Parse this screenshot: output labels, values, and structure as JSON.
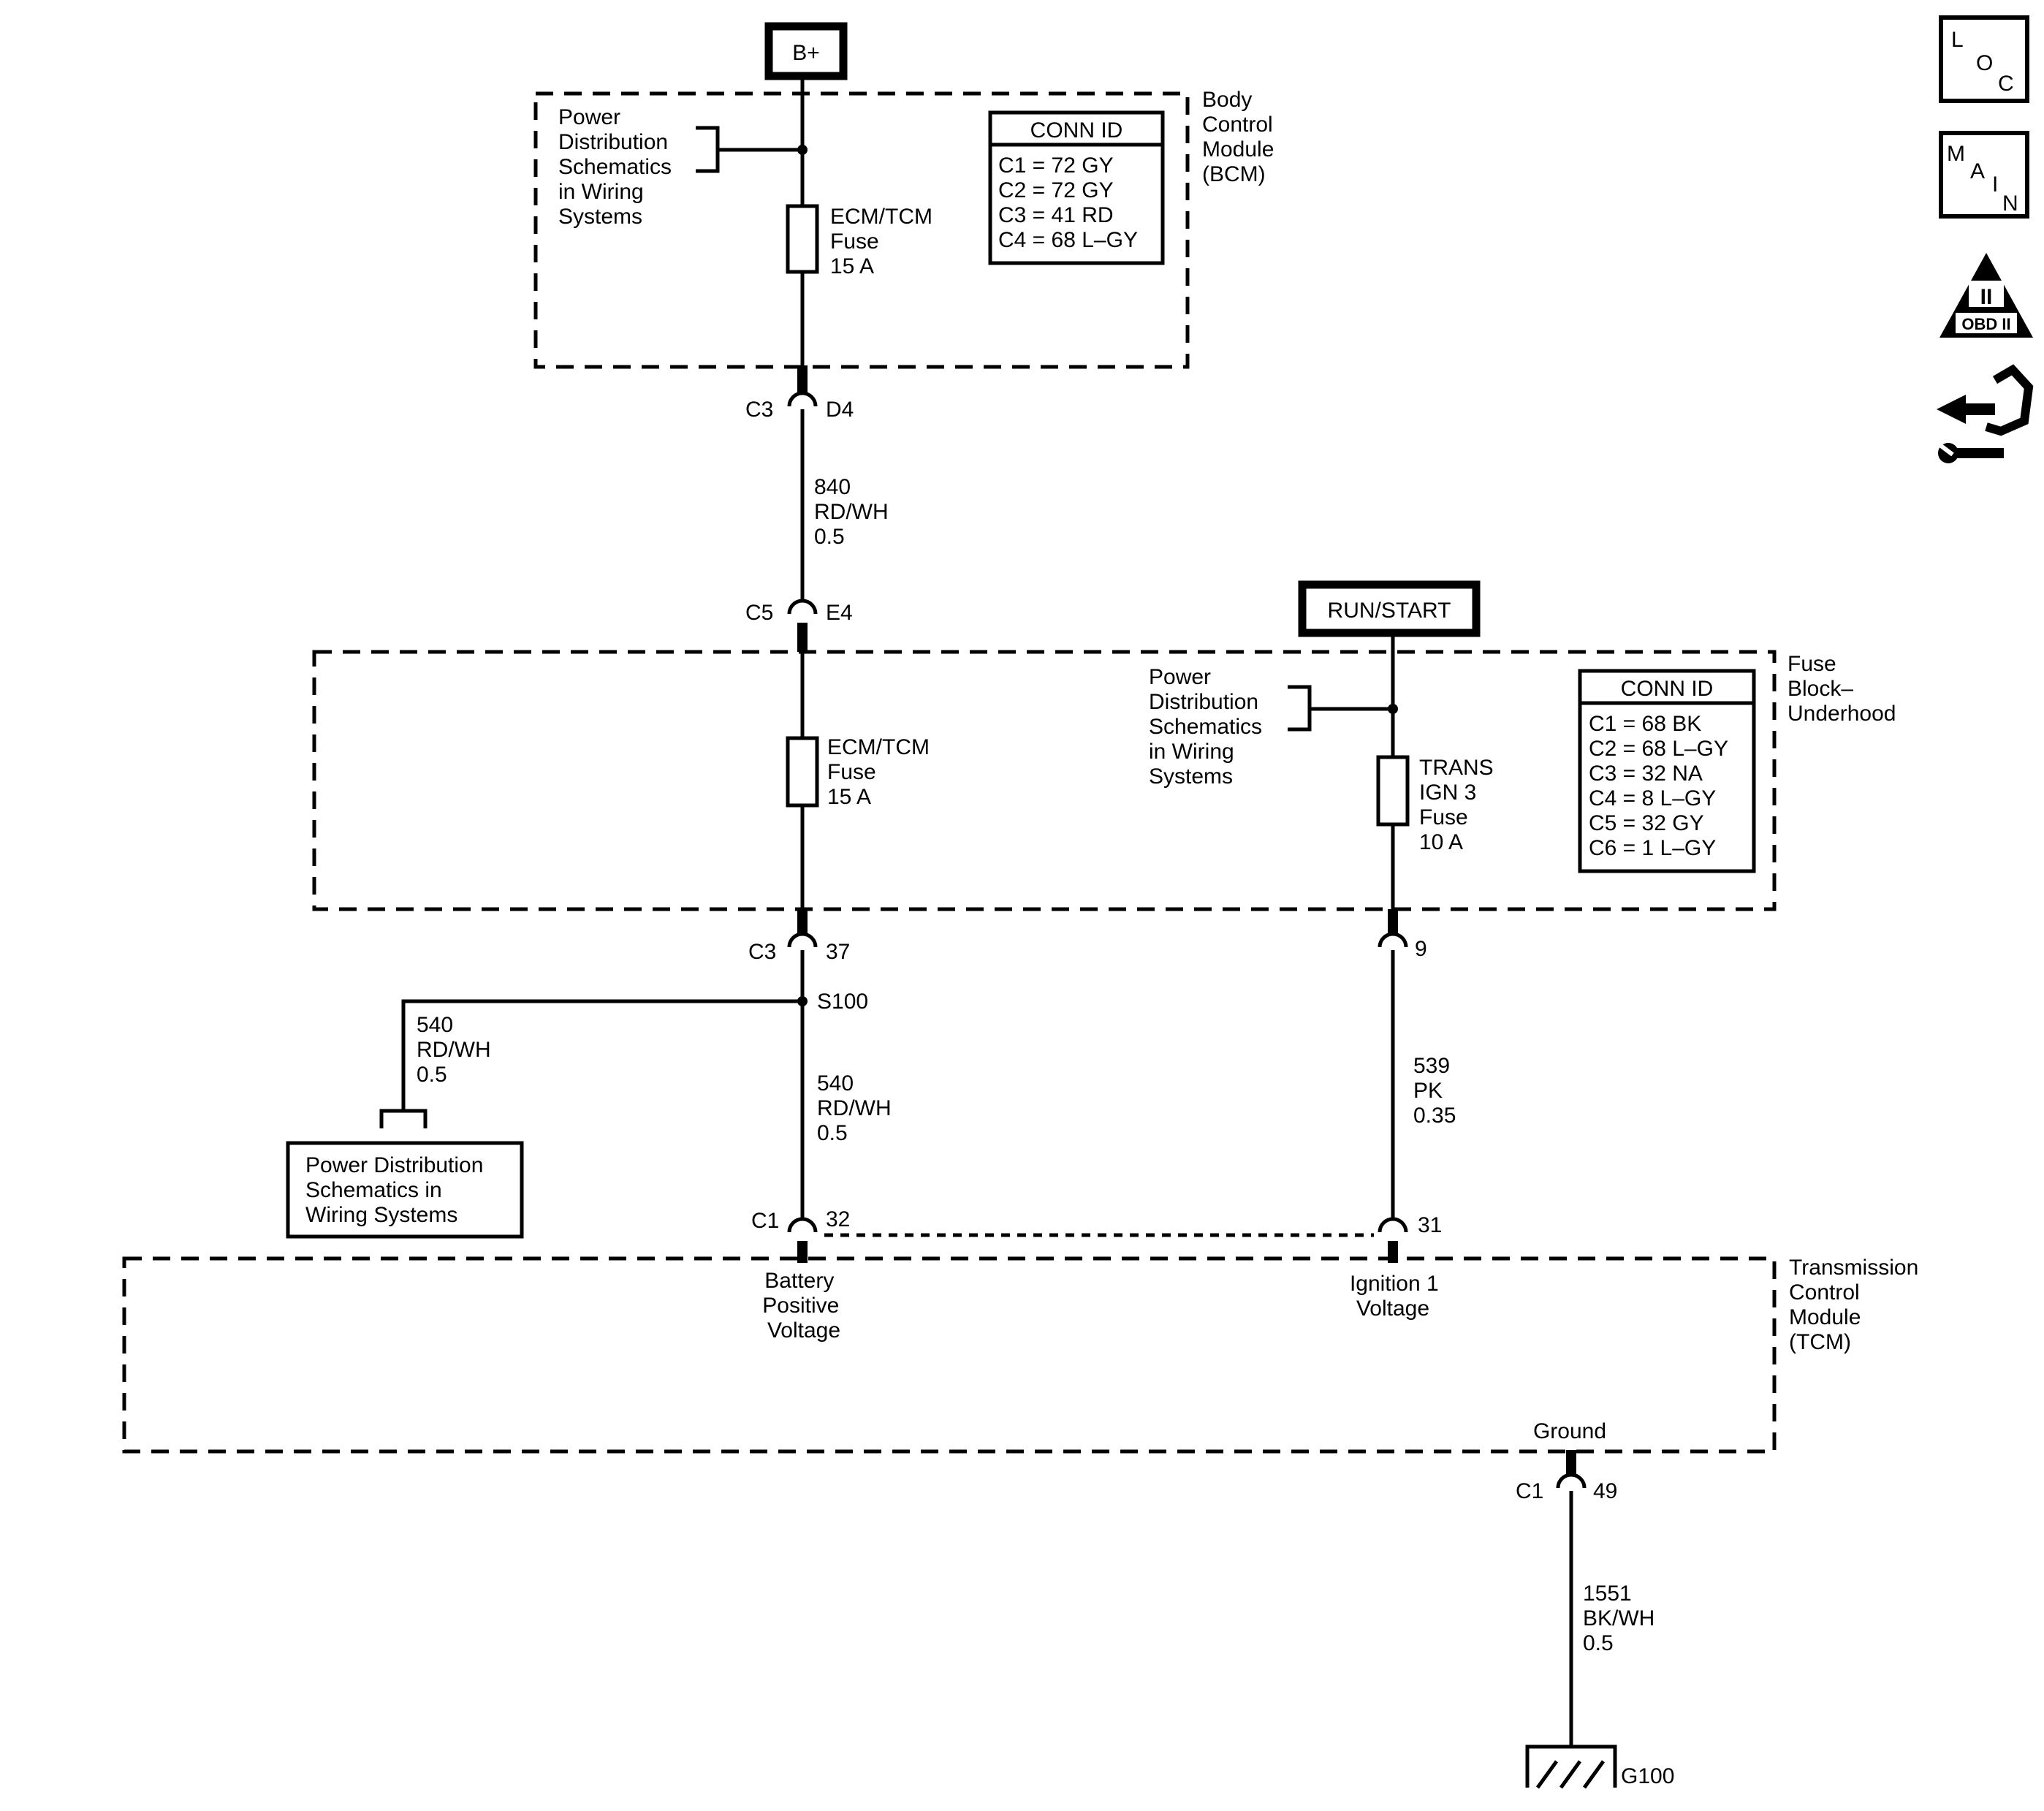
{
  "sources": {
    "battery": "B+",
    "run_start": "RUN/START"
  },
  "bcm": {
    "module_label": [
      "Body",
      "Control",
      "Module",
      "(BCM)"
    ],
    "power_ref": [
      "Power",
      "Distribution",
      "Schematics",
      "in Wiring",
      "Systems"
    ],
    "fuse": [
      "ECM/TCM",
      "Fuse",
      "15 A"
    ],
    "conn_title": "CONN ID",
    "conn_rows": [
      "C1 = 72 GY",
      "C2 = 72 GY",
      "C3 = 41 RD",
      "C4 = 68 L–GY"
    ],
    "out_connector": "C3",
    "out_pin": "D4"
  },
  "wire_840": [
    "840",
    "RD/WH",
    "0.5"
  ],
  "fuse_block": {
    "module_label": [
      "Fuse",
      "Block–",
      "Underhood"
    ],
    "in_connector": "C5",
    "in_pin": "E4",
    "fuse_ecm": [
      "ECM/TCM",
      "Fuse",
      "15 A"
    ],
    "power_ref": [
      "Power",
      "Distribution",
      "Schematics",
      "in Wiring",
      "Systems"
    ],
    "fuse_trans": [
      "TRANS",
      "IGN 3",
      "Fuse",
      "10 A"
    ],
    "conn_title": "CONN ID",
    "conn_rows": [
      "C1 = 68 BK",
      "C2 = 68 L–GY",
      "C3 = 32 NA",
      "C4 = 8 L–GY",
      "C5 = 32 GY",
      "C6 = 1 L–GY"
    ],
    "out_connector": "C3",
    "out_pin": "37",
    "out_pin_trans": "9"
  },
  "splice": "S100",
  "wire_540_branch": [
    "540",
    "RD/WH",
    "0.5"
  ],
  "wire_540_main": [
    "540",
    "RD/WH",
    "0.5"
  ],
  "wire_539": [
    "539",
    "PK",
    "0.35"
  ],
  "power_ref_box": [
    "Power Distribution",
    "Schematics in",
    "Wiring Systems"
  ],
  "tcm": {
    "module_label": [
      "Transmission",
      "Control",
      "Module",
      "(TCM)"
    ],
    "connector": "C1",
    "pin_battery": "32",
    "pin_ignition": "31",
    "battery_label": [
      "Battery",
      "Positive",
      "Voltage"
    ],
    "ignition_label": [
      "Ignition 1",
      "Voltage"
    ],
    "ground_label": "Ground",
    "ground_connector": "C1",
    "ground_pin": "49"
  },
  "wire_1551": [
    "1551",
    "BK/WH",
    "0.5"
  ],
  "ground_point": "G100",
  "side_icons": {
    "loc": [
      "L",
      "O",
      "C"
    ],
    "main": [
      "M",
      "A",
      "I",
      "N"
    ],
    "obd_roman": "II",
    "obd_text": "OBD II"
  }
}
